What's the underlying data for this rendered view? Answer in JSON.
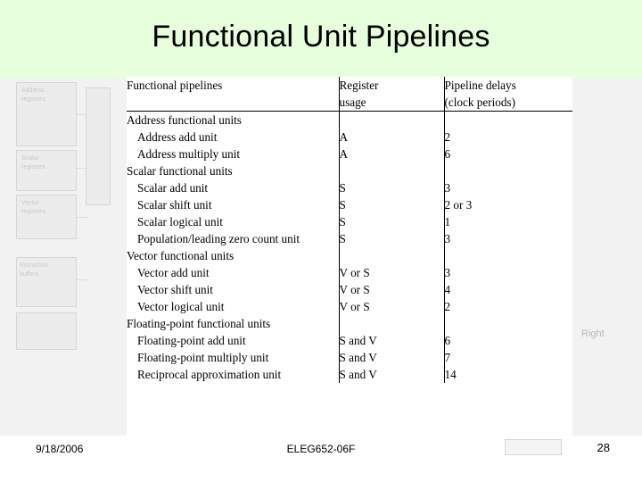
{
  "slide": {
    "title": "Functional Unit Pipelines",
    "footer": {
      "date": "9/18/2006",
      "center": "ELEG652-06F",
      "page": "28"
    },
    "watermark_labels": [
      "Address",
      "registers",
      "Scalar",
      "registers",
      "Vector",
      "registers",
      "Instruction",
      "buffers",
      "Right"
    ]
  },
  "table": {
    "headers": {
      "col1": "Functional pipelines",
      "col2_line1": "Register",
      "col2_line2": "usage",
      "col3_line1": "Pipeline delays",
      "col3_line2": "(clock periods)"
    },
    "groups": [
      {
        "name": "Address functional units",
        "rows": [
          {
            "label": "Address add unit",
            "register": "A",
            "delay": "2"
          },
          {
            "label": "Address multiply unit",
            "register": "A",
            "delay": "6"
          }
        ]
      },
      {
        "name": "Scalar functional units",
        "rows": [
          {
            "label": "Scalar add unit",
            "register": "S",
            "delay": "3"
          },
          {
            "label": "Scalar shift unit",
            "register": "S",
            "delay": "2 or 3"
          },
          {
            "label": "Scalar logical unit",
            "register": "S",
            "delay": "1"
          },
          {
            "label": "Population/leading zero count unit",
            "register": "S",
            "delay": "3"
          }
        ]
      },
      {
        "name": "Vector functional units",
        "rows": [
          {
            "label": "Vector add unit",
            "register": "V or S",
            "delay": "3"
          },
          {
            "label": "Vector shift unit",
            "register": "V or S",
            "delay": "4"
          },
          {
            "label": "Vector logical unit",
            "register": "V or S",
            "delay": "2"
          }
        ]
      },
      {
        "name": "Floating-point functional units",
        "rows": [
          {
            "label": "Floating-point add unit",
            "register": "S and V",
            "delay": "6"
          },
          {
            "label": "Floating-point multiply unit",
            "register": "S and V",
            "delay": "7"
          },
          {
            "label": "Reciprocal approximation unit",
            "register": "S and V",
            "delay": "14"
          }
        ]
      }
    ]
  }
}
